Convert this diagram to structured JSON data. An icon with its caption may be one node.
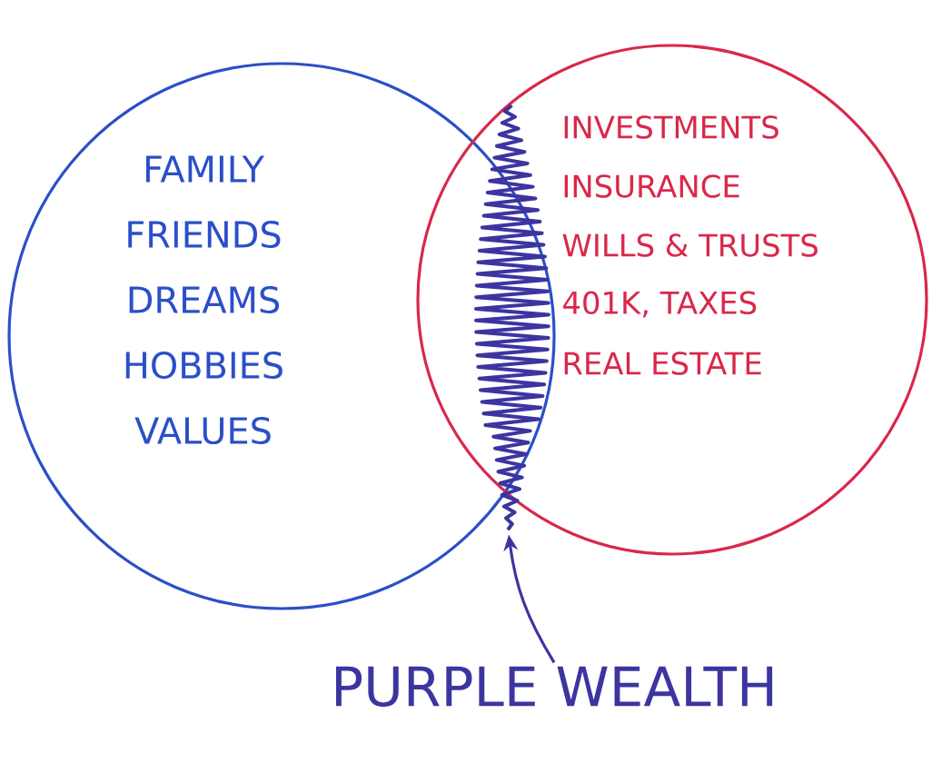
{
  "diagram": {
    "nodes": [
      {
        "text": [
          "FAMILY",
          "FRIENDS",
          "DREAMS",
          "HOBBIES",
          "VALUES"
        ]
      },
      {
        "text": [
          "INVESTMENTS",
          "INSURANCE",
          "WILLS & TRUSTS",
          "401K, TAXES",
          "REAL ESTATE"
        ]
      },
      {
        "text": [],
        "shape": "picture"
      },
      {
        "text": [
          "PURPLE WEALTH"
        ]
      }
    ],
    "edges": [
      {
        "from": 3,
        "to": 2,
        "arrow": "to"
      }
    ]
  }
}
